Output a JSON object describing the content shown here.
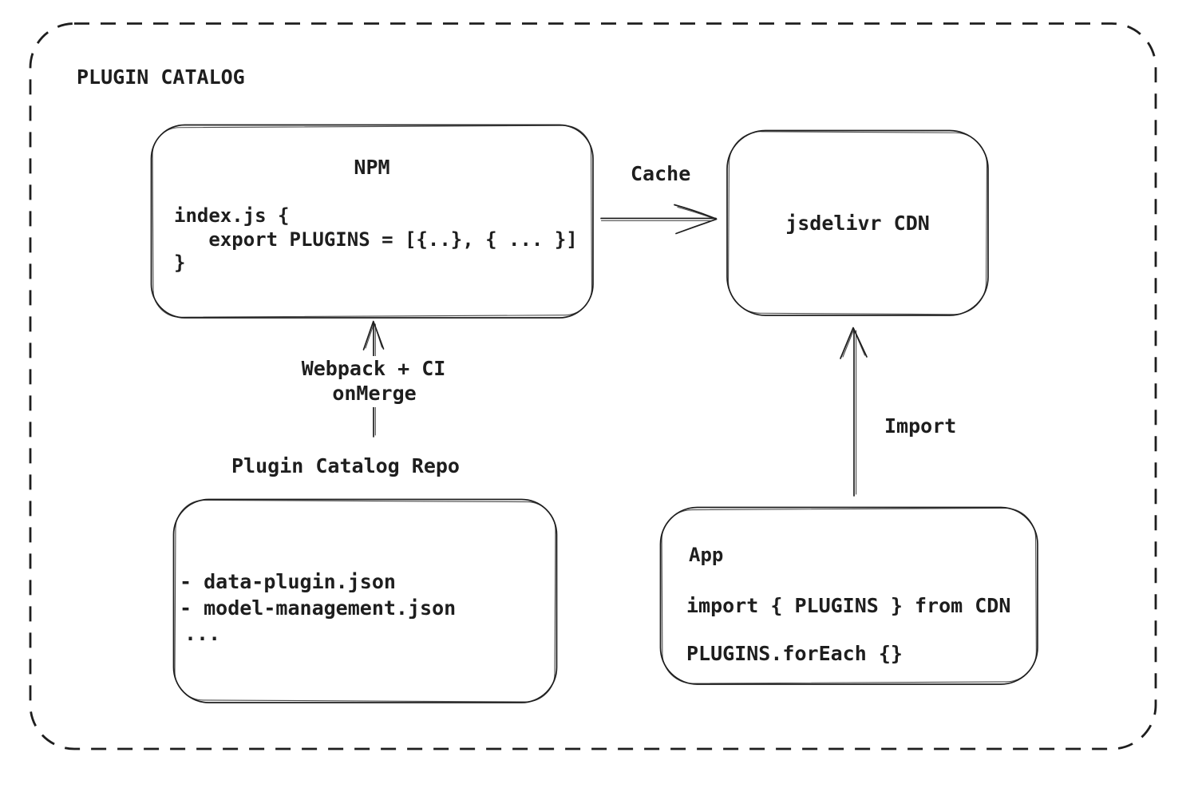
{
  "diagram": {
    "title": "PLUGIN CATALOG",
    "nodes": {
      "npm": {
        "title": "NPM",
        "code": [
          "index.js {",
          "   export PLUGINS = [{..}, { ... }]",
          "}"
        ]
      },
      "cdn": {
        "title": "jsdelivr CDN"
      },
      "repo": {
        "title": "Plugin Catalog Repo",
        "items": [
          "- data-plugin.json",
          "- model-management.json",
          "..."
        ]
      },
      "app": {
        "title": "App",
        "code": [
          "import { PLUGINS } from CDN",
          "PLUGINS.forEach {}"
        ]
      }
    },
    "edges": {
      "cache": {
        "label": "Cache",
        "from": "NPM",
        "to": "jsdelivr CDN"
      },
      "build": {
        "label_line1": "Webpack + CI",
        "label_line2": "onMerge",
        "from": "Plugin Catalog Repo",
        "to": "NPM"
      },
      "import": {
        "label": "Import",
        "from": "App",
        "to": "jsdelivr CDN"
      }
    },
    "colors": {
      "ink": "#1e1e1e",
      "background": "#ffffff"
    }
  }
}
